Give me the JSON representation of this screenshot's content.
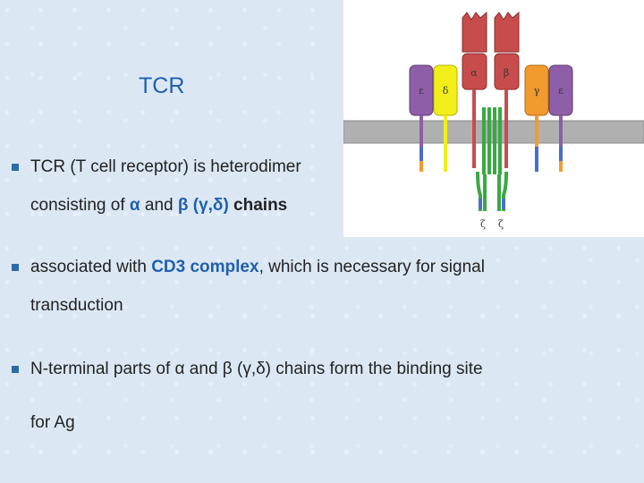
{
  "title": "TCR",
  "bullets": {
    "b1": {
      "line1": "TCR (T cell receptor) is heterodimer",
      "line2_prefix": "consisting of ",
      "alpha": "α",
      "and": " and ",
      "beta": "β",
      "gd": " (γ,δ)",
      "chains": " chains"
    },
    "b2": {
      "prefix": "associated with ",
      "cd3": "CD3 complex",
      "suffix": ", which is necessary for signal",
      "line2": "transduction"
    },
    "b3": {
      "line1": "N-terminal parts of α and β (γ,δ) chains form the binding site",
      "line2": "for Ag"
    }
  },
  "diagram": {
    "labels": {
      "epsilon_left": "ε",
      "delta": "δ",
      "alpha": "α",
      "beta": "β",
      "gamma": "γ",
      "epsilon_right": "ε",
      "zeta_left": "ζ",
      "zeta_right": "ζ"
    },
    "colors": {
      "epsilon": "#8e5fa8",
      "delta": "#f2ee1a",
      "alpha_beta": "#c94c4c",
      "gamma": "#f39a2e",
      "zeta": "#3aa845",
      "membrane": "#b0b0b0",
      "tail_blue": "#4a6fc9"
    }
  }
}
